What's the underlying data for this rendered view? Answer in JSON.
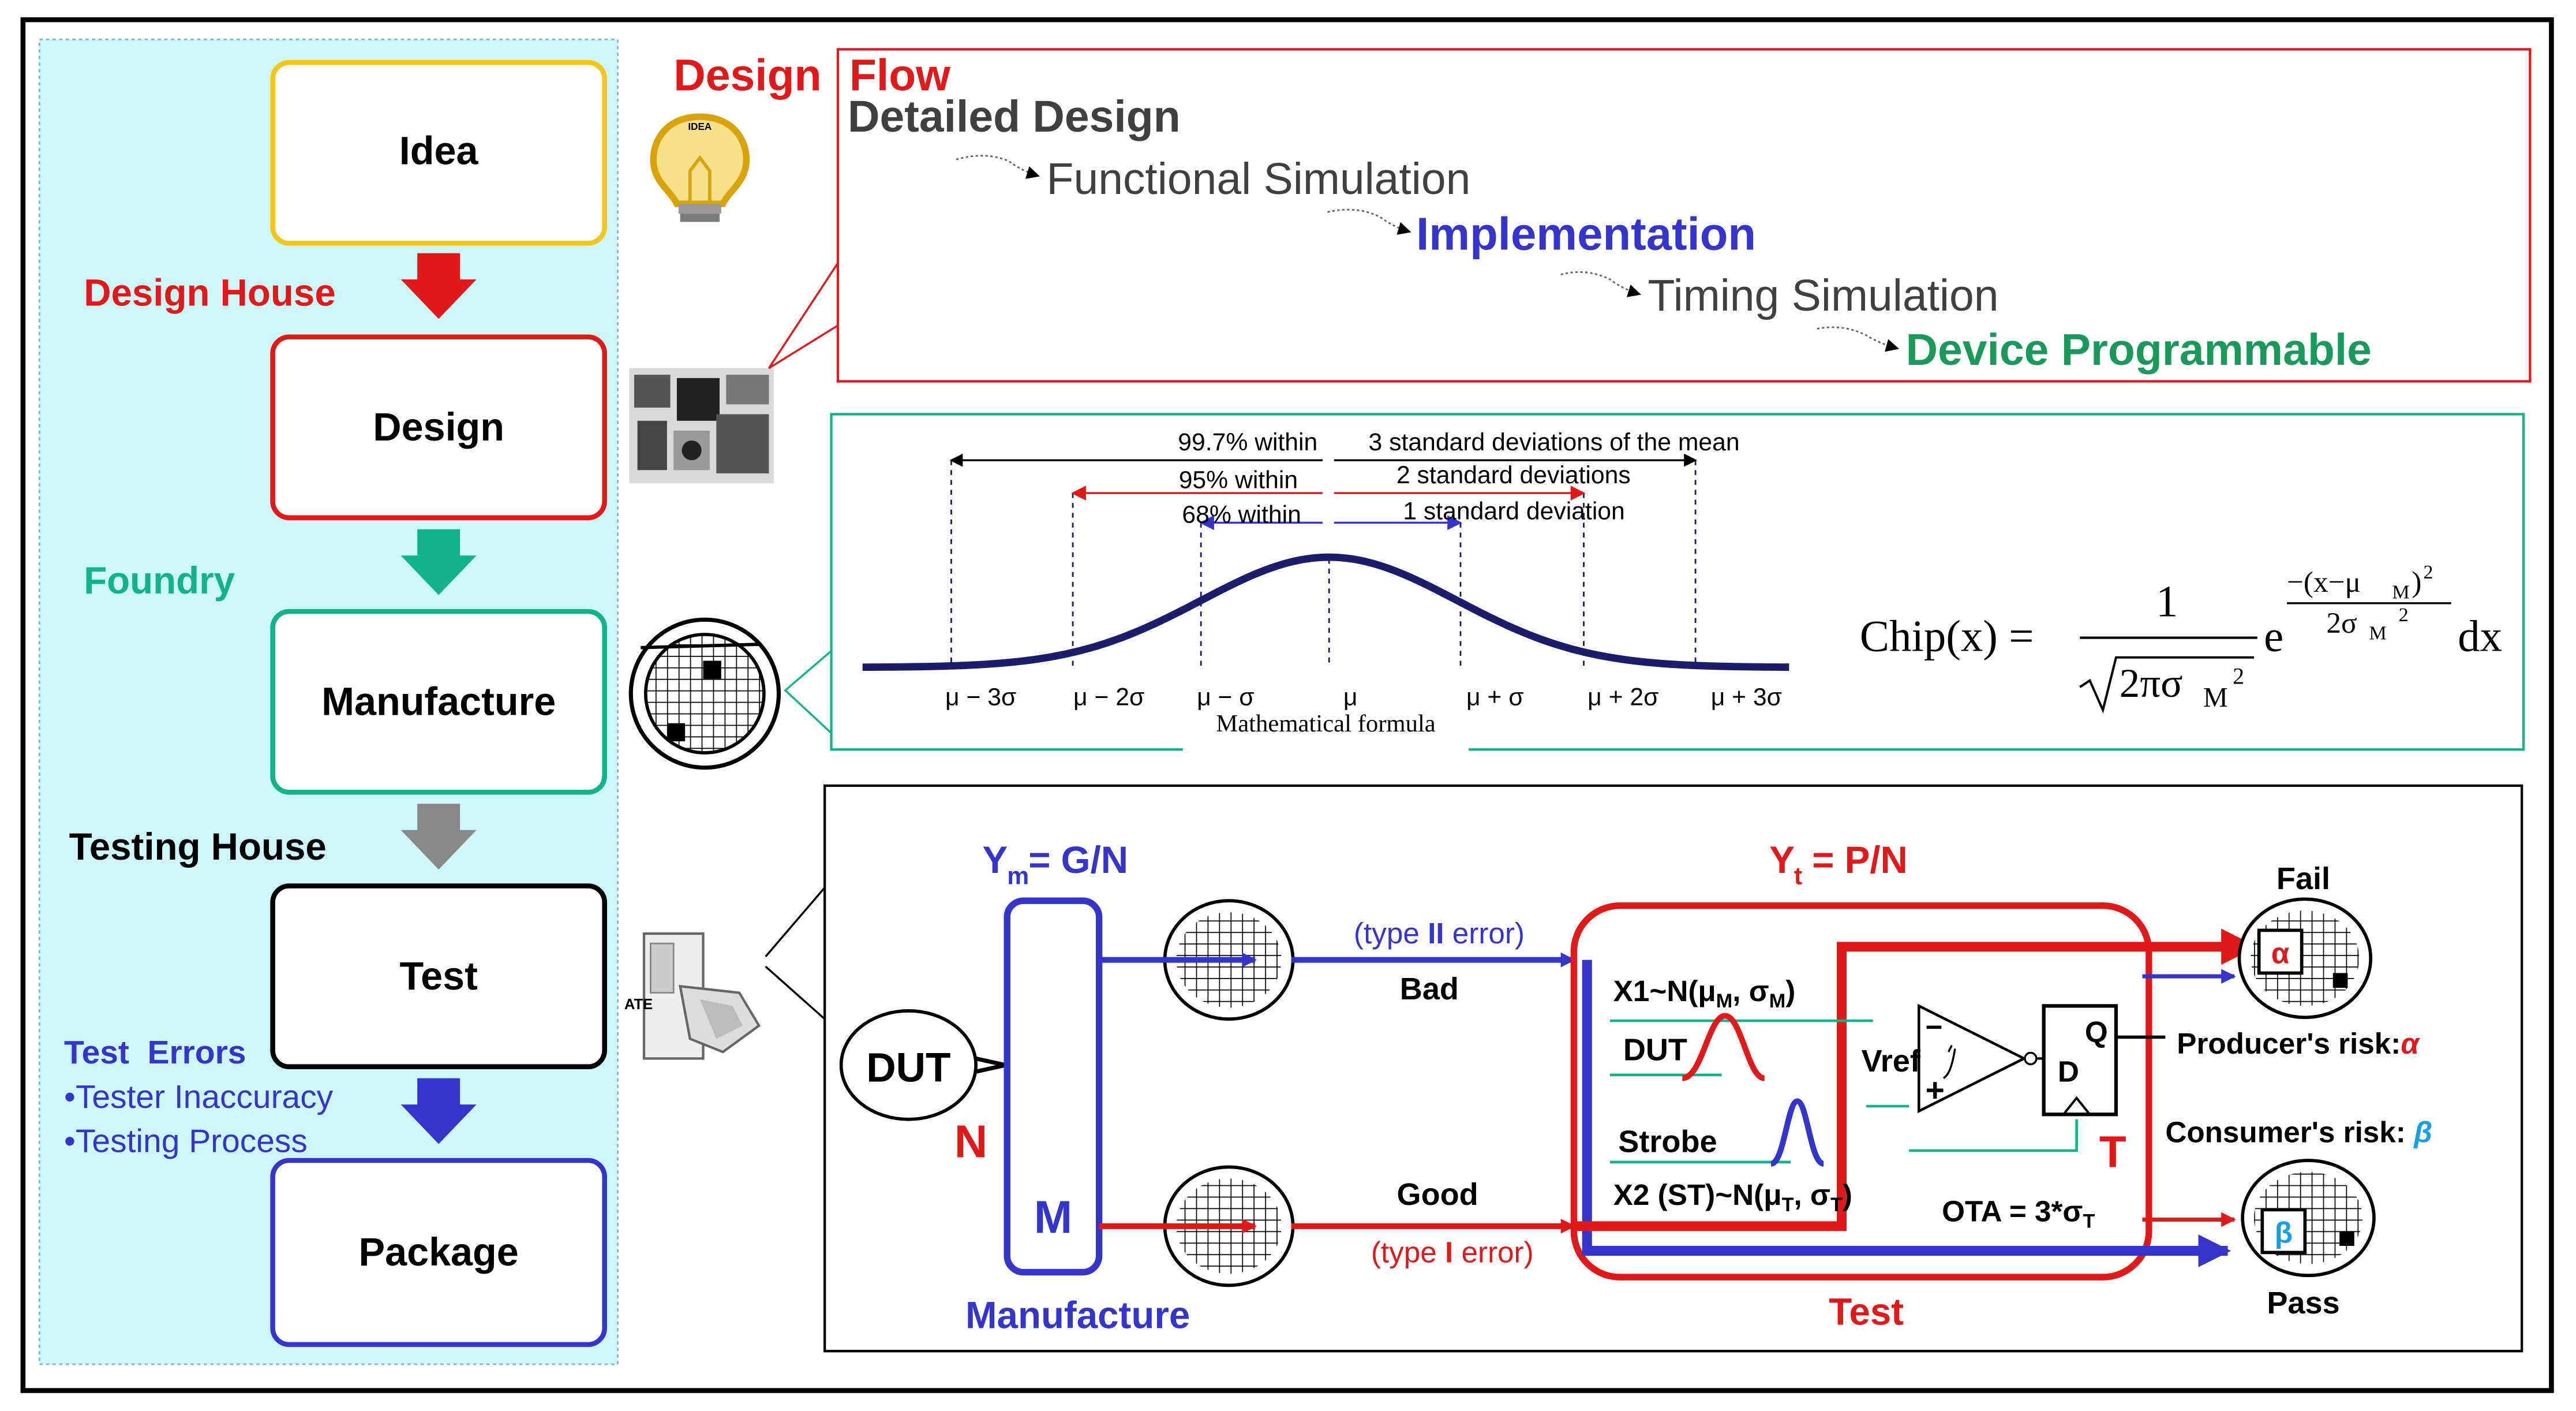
{
  "flow": {
    "steps": [
      "Idea",
      "Design",
      "Manufacture",
      "Test",
      "Package"
    ],
    "labels": {
      "design_house": "Design House",
      "foundry": "Foundry",
      "testing_house": "Testing House",
      "test_errors": "Test  Errors",
      "tester_inaccuracy": "•Tester Inaccuracy",
      "testing_process": "•Testing Process"
    }
  },
  "design_flow": {
    "title_part1": "Design",
    "title_part2": "Flow",
    "steps": [
      "Detailed Design",
      "Functional Simulation",
      "Implementation",
      "Timing Simulation",
      "Device Programmable"
    ],
    "idea_text": "IDEA"
  },
  "normal_dist": {
    "pct_997": "99.7% within",
    "pct_95": "95% within",
    "pct_68": "68% within",
    "sd3": "3 standard deviations of the mean",
    "sd2": "2 standard deviations",
    "sd1": "1 standard deviation",
    "ticks": [
      "μ − 3σ",
      "μ − 2σ",
      "μ − σ",
      "μ",
      "μ + σ",
      "μ + 2σ",
      "μ + 3σ"
    ],
    "caption": "Mathematical formula",
    "formula": {
      "lhs": "Chip(x) =",
      "num": "1",
      "den": "2πσ",
      "den_sub": "M",
      "den_sup": "2",
      "e": "e",
      "exp_num": "−(x−μ",
      "exp_num_sub": "M",
      "exp_num_tail": ")",
      "exp_num_sup": "2",
      "exp_den": "2σ",
      "exp_den_sub": "M",
      "exp_den_sup": "2",
      "dx": "dx"
    }
  },
  "test_diagram": {
    "ym": "Y",
    "ym_sub": "m",
    "ym_rest": "= G/N",
    "yt": "Y",
    "yt_sub": "t",
    "yt_rest": "= P/N",
    "dut": "DUT",
    "n": "N",
    "m": "M",
    "manufacture": "Manufacture",
    "type2": "(type ",
    "type2_bold": "II",
    "type2_end": " error)",
    "type1": "(type ",
    "type1_bold": "I",
    "type1_end": " error)",
    "bad": "Bad",
    "good": "Good",
    "x1": "X1~N(μ",
    "x1_sub": "M",
    "x1_mid": ", σ",
    "x1_sub2": "M",
    "x1_end": ")",
    "dut_inner": "DUT",
    "strobe": "Strobe",
    "x2": "X2 (ST)~N(μ",
    "x2_sub": "T",
    "x2_mid": ", σ",
    "x2_sub2": "T",
    "x2_end": ")",
    "vref": "Vref",
    "minus": "−",
    "plus": "+",
    "d": "D",
    "q": "Q",
    "t": "T",
    "ota": "OTA = 3*σ",
    "ota_sub": "T",
    "test": "Test",
    "fail": "Fail",
    "pass": "Pass",
    "alpha": "α",
    "beta": "β",
    "producer": "Producer's risk:",
    "consumer": "Consumer's risk: ",
    "ate": "ATE"
  },
  "colors": {
    "red": "#e0191b",
    "teal": "#13b38a",
    "blue": "#3535cc",
    "green": "#1a9a5a",
    "cyan_panel": "#cdf6f8",
    "navy_curve": "#1c1d6b",
    "yellow": "#f5c518",
    "gray": "#888888",
    "beta_blue": "#1aa0e0"
  }
}
